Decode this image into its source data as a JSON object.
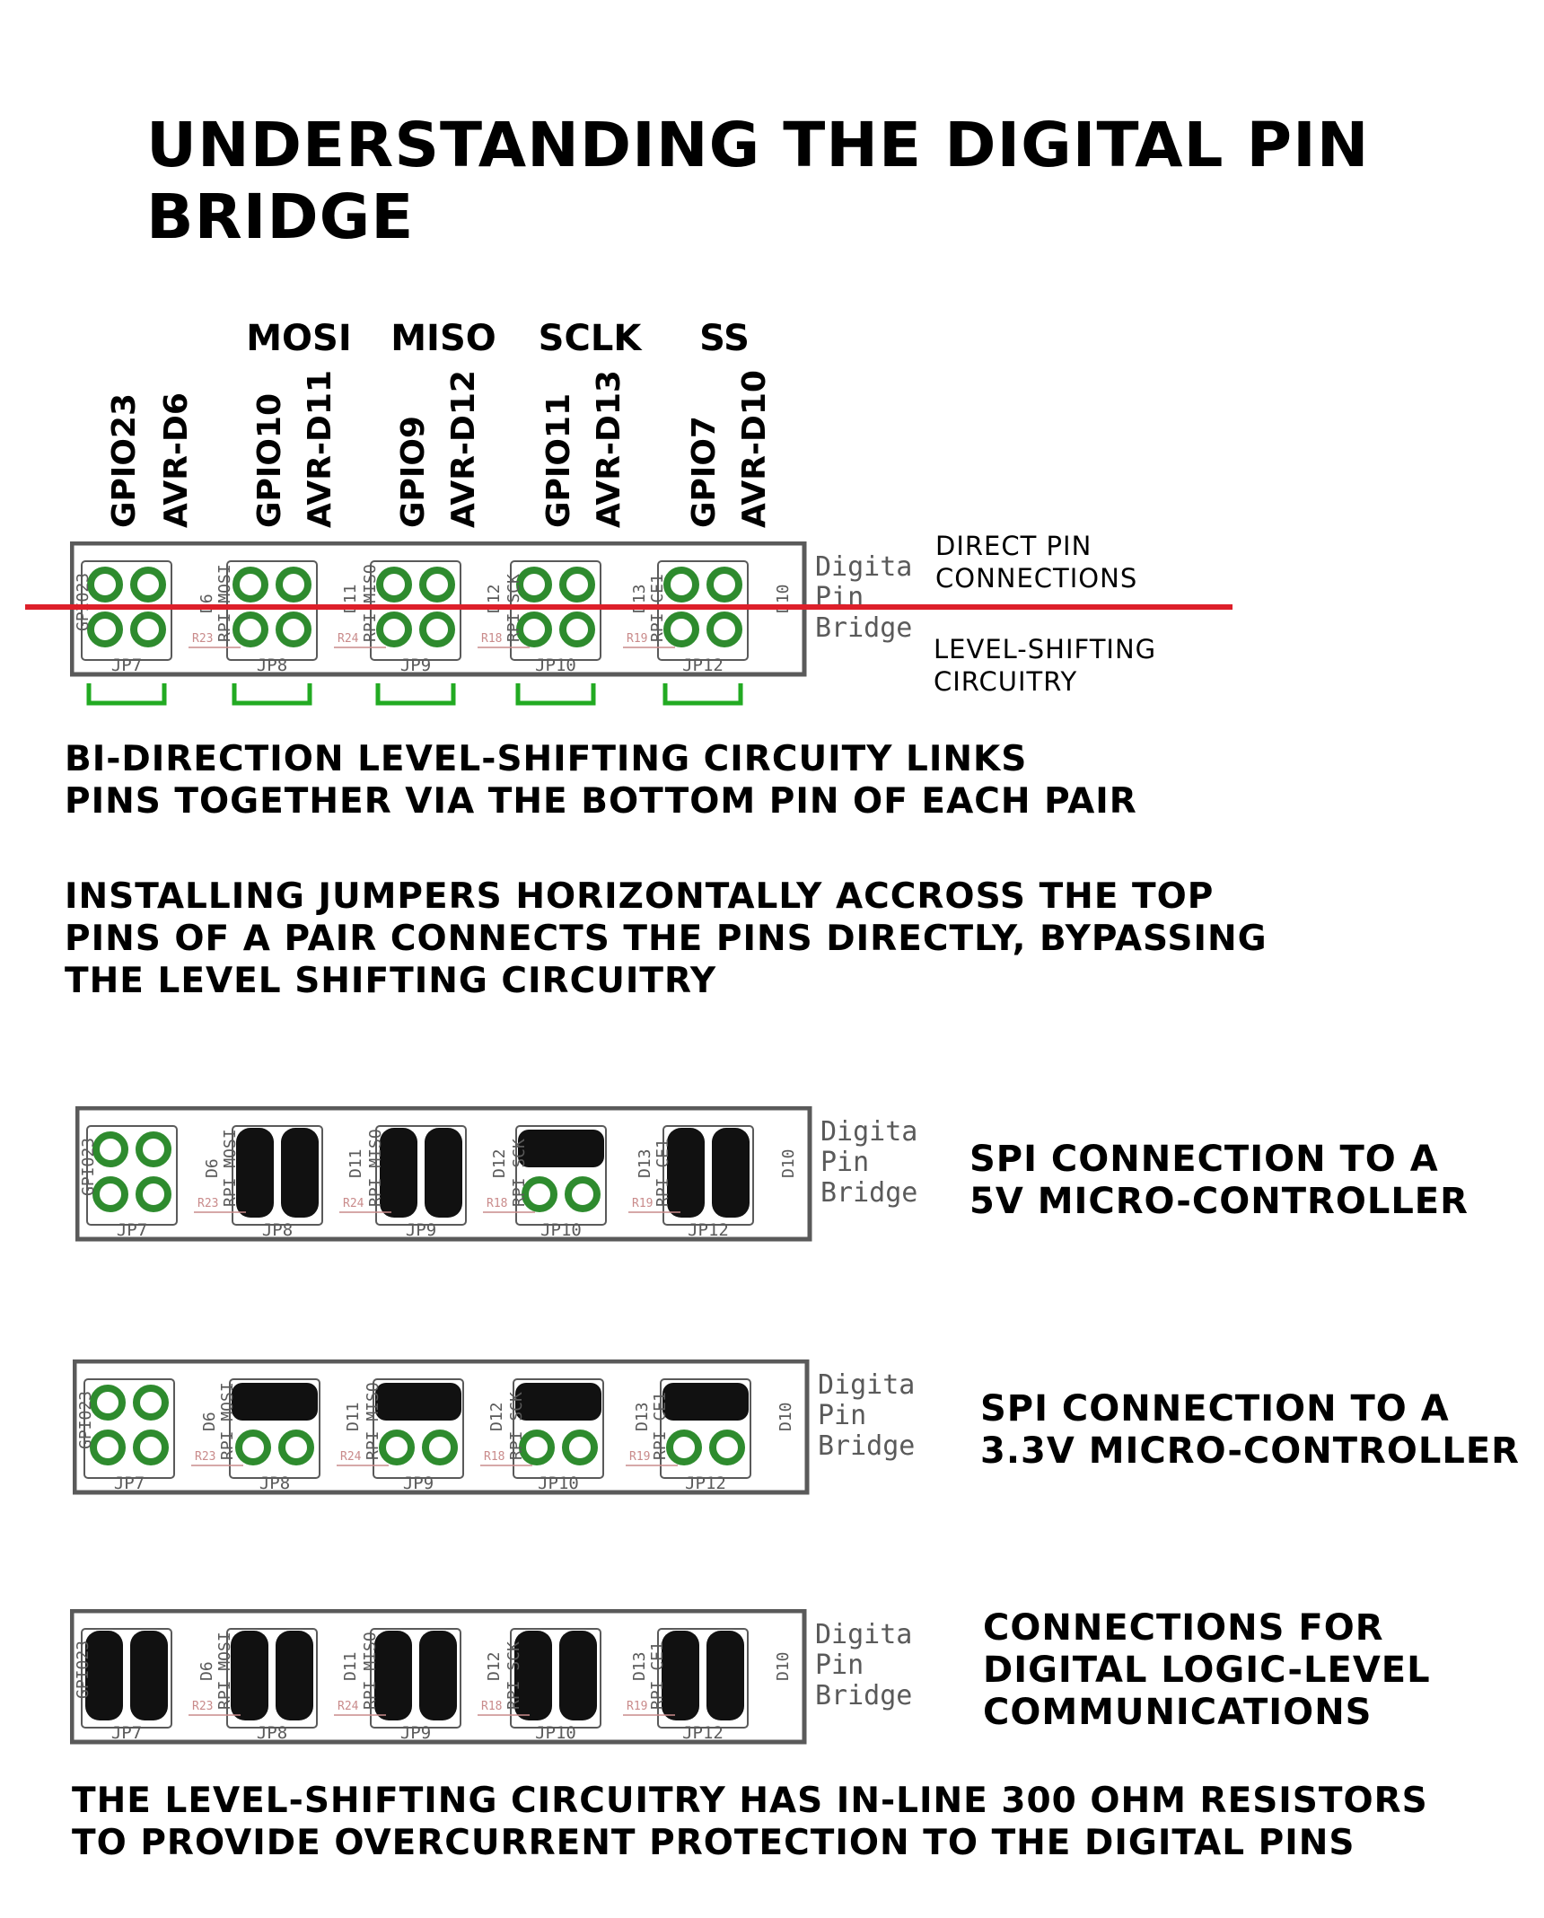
{
  "title": "UNDERSTANDING THE DIGITAL PIN BRIDGE",
  "signals": [
    "MOSI",
    "MISO",
    "SCLK",
    "SS"
  ],
  "pin_labels": [
    "GPIO23",
    "AVR-D6",
    "GPIO10",
    "AVR-D11",
    "GPIO9",
    "AVR-D12",
    "GPIO11",
    "AVR-D13",
    "GPIO7",
    "AVR-D10"
  ],
  "board": {
    "name_lines": [
      "Digital",
      "Pin",
      "Bridge"
    ],
    "headers": [
      "JP7",
      "JP8",
      "JP9",
      "JP10",
      "JP12"
    ],
    "silk_left": [
      "GPIO23",
      "RPI MOSI",
      "RPI MISO",
      "RPI SCK",
      "RPI CE1"
    ],
    "silk_right": [
      "D6",
      "D11",
      "D12",
      "D13",
      "D10"
    ],
    "resistors": [
      "R23",
      "R24",
      "R18",
      "R19"
    ]
  },
  "annotations": {
    "direct": [
      "DIRECT PIN",
      "CONNECTIONS"
    ],
    "level": [
      "LEVEL-SHIFTING",
      "CIRCUITRY"
    ]
  },
  "paragraphs": {
    "bidirection": [
      "BI-DIRECTION LEVEL-SHIFTING CIRCUITY LINKS",
      "PINS TOGETHER VIA THE BOTTOM PIN OF EACH PAIR"
    ],
    "jumpers": [
      "INSTALLING JUMPERS HORIZONTALLY ACCROSS THE TOP",
      "PINS OF A PAIR CONNECTS THE PINS DIRECTLY, BYPASSING",
      "THE LEVEL SHIFTING CIRCUITRY"
    ],
    "footer": [
      "THE LEVEL-SHIFTING CIRCUITRY HAS IN-LINE 300 OHM RESISTORS",
      "TO PROVIDE OVERCURRENT PROTECTION TO THE DIGITAL PINS"
    ]
  },
  "configs": [
    {
      "caption": [
        "SPI CONNECTION TO A",
        "5V MICRO-CONTROLLER"
      ],
      "jumpers": [
        "none",
        "vertical",
        "vertical",
        "horizontal",
        "vertical"
      ]
    },
    {
      "caption": [
        "SPI CONNECTION TO A",
        "3.3V MICRO-CONTROLLER"
      ],
      "jumpers": [
        "none",
        "horizontal",
        "horizontal",
        "horizontal",
        "horizontal"
      ]
    },
    {
      "caption": [
        "CONNECTIONS FOR",
        "DIGITAL LOGIC-LEVEL",
        "COMMUNICATIONS"
      ],
      "jumpers": [
        "vertical",
        "vertical",
        "vertical",
        "vertical",
        "vertical"
      ]
    }
  ],
  "colors": {
    "pad": "#2e8b2e",
    "bracket": "#22aa22",
    "red_line": "#dd1f2a",
    "silk": "#5a5a5a",
    "resistor": "#c98b8b",
    "jumper": "#111111"
  }
}
